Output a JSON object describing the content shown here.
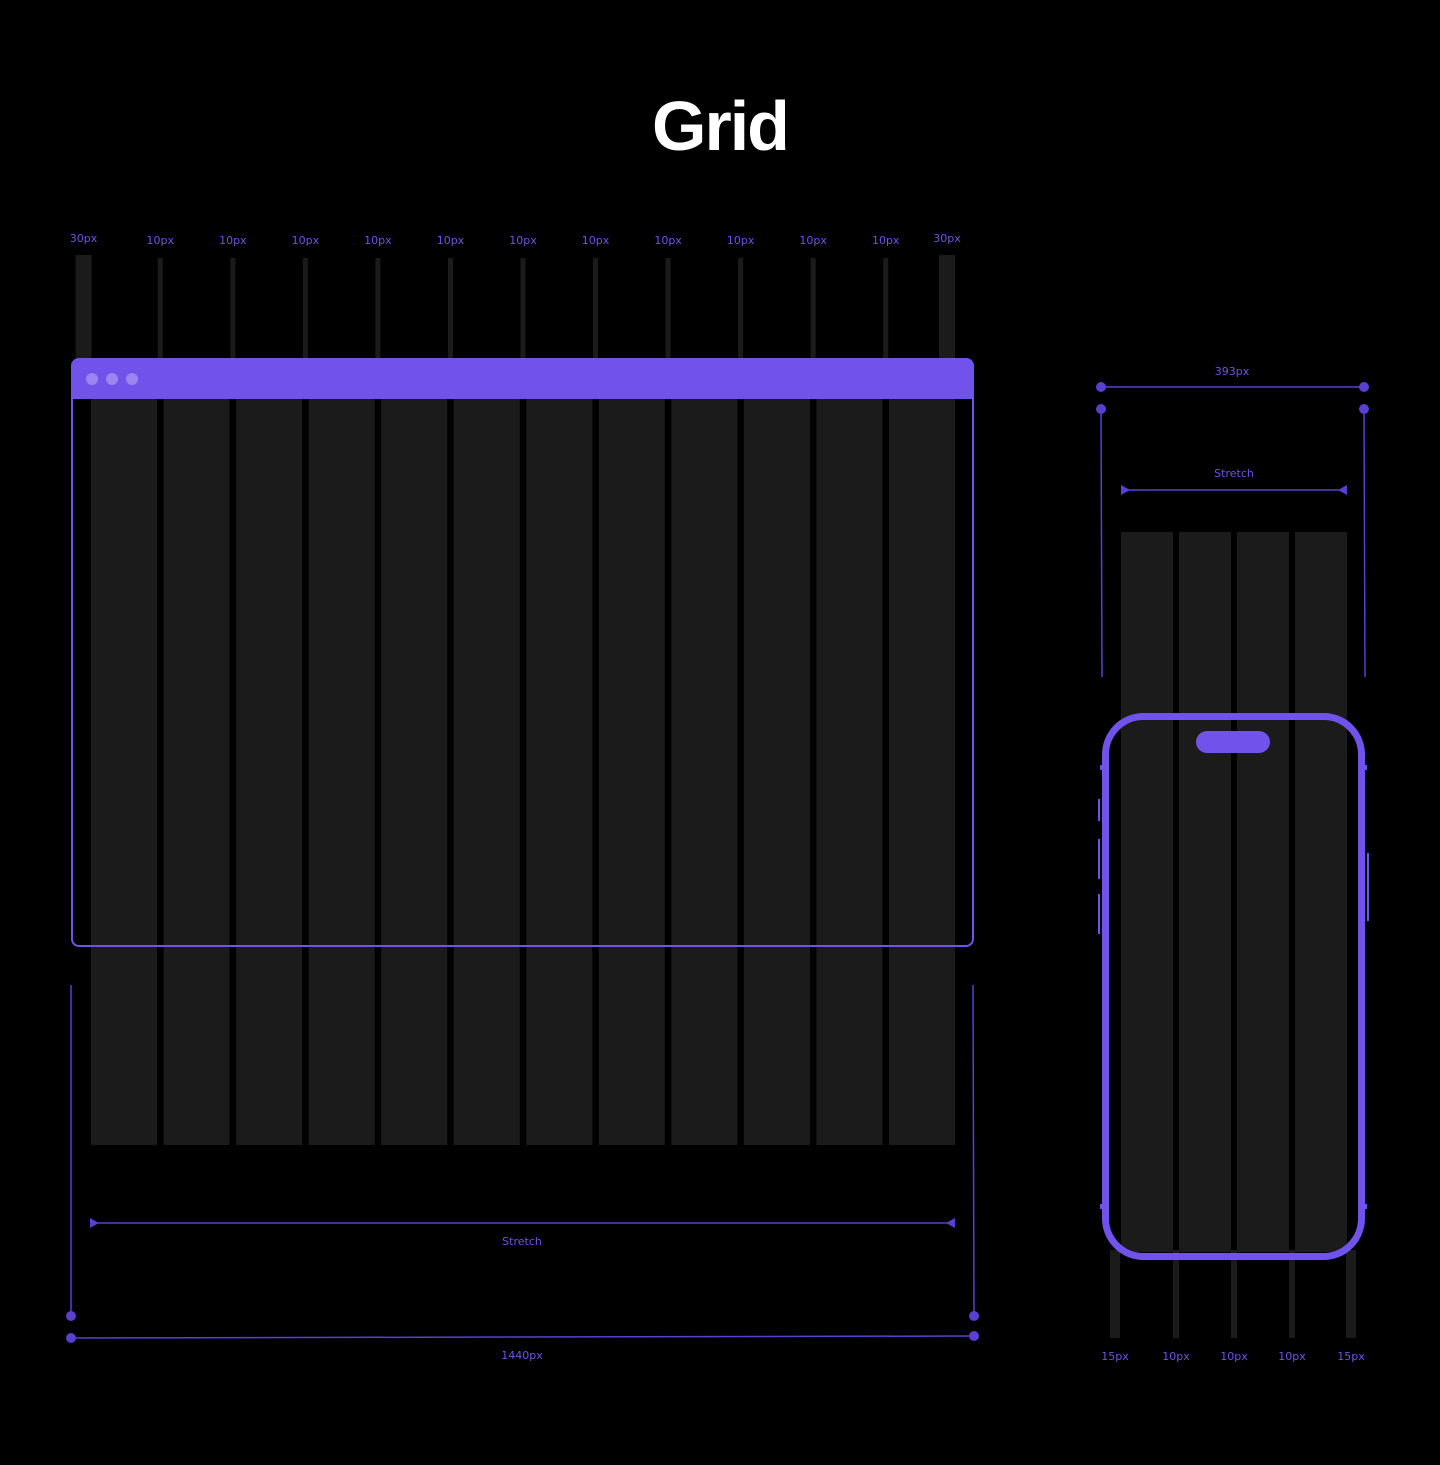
{
  "title": "Grid",
  "colors": {
    "accent": "#7152EA",
    "column": "#1B1B1B",
    "dot": "#9B85F0",
    "background": "#000000"
  },
  "desktop": {
    "column_count": 12,
    "gutter_labels": [
      "30px",
      "10px",
      "10px",
      "10px",
      "10px",
      "10px",
      "10px",
      "10px",
      "10px",
      "10px",
      "10px",
      "10px",
      "30px"
    ],
    "stretch_label": "Stretch",
    "width_label": "1440px"
  },
  "mobile": {
    "column_count": 4,
    "width_label": "393px",
    "stretch_label": "Stretch",
    "gutter_labels": [
      "15px",
      "10px",
      "10px",
      "10px",
      "15px"
    ]
  }
}
